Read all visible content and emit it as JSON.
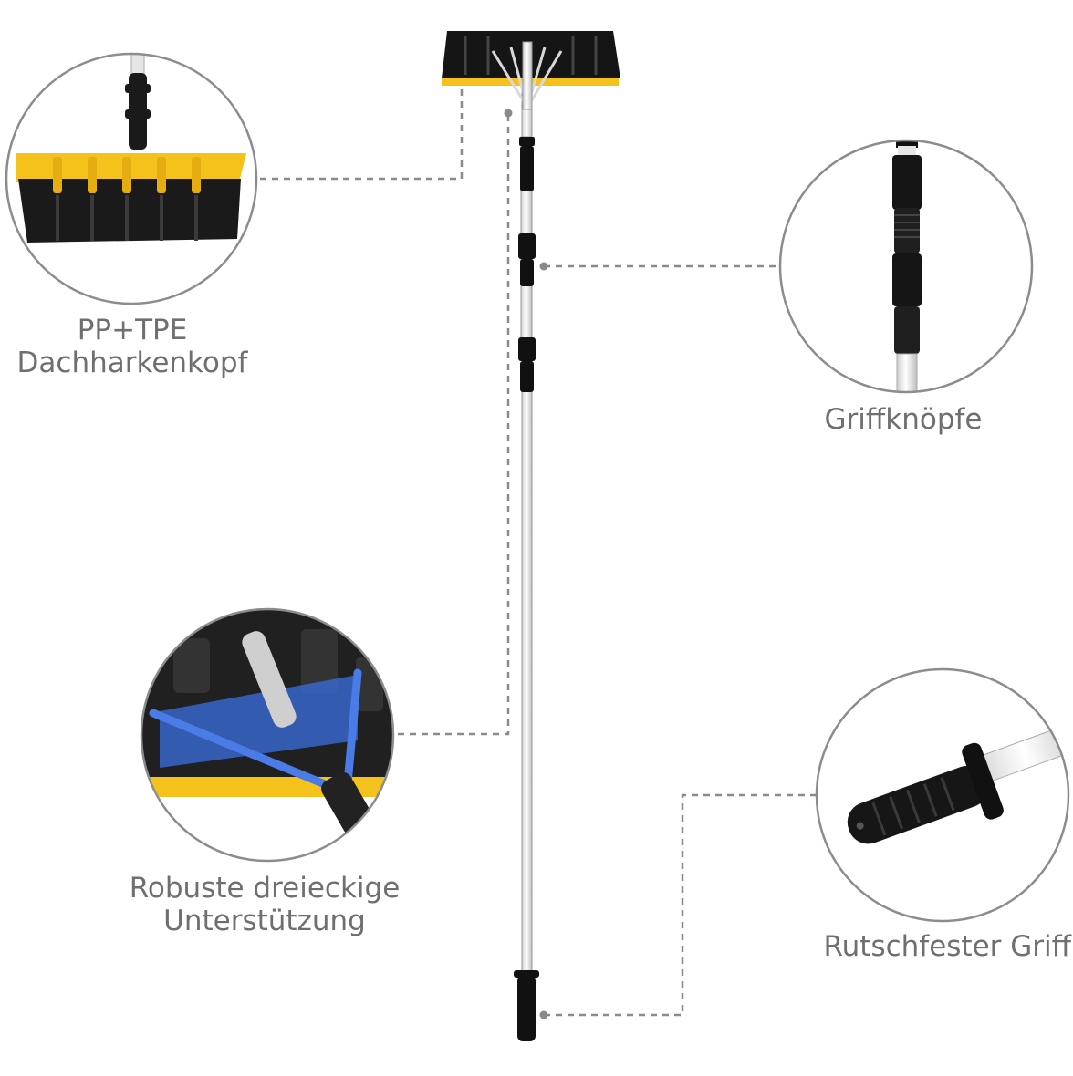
{
  "labels": {
    "head": {
      "line1": "PP+TPE",
      "line2": "Dachharkenkopf"
    },
    "knobs": {
      "line1": "Griffknöpfe"
    },
    "support": {
      "line1": "Robuste dreieckige",
      "line2": "Unterstützung"
    },
    "grip": {
      "line1": "Rutschfester Griff"
    }
  },
  "colors": {
    "blade_yellow": "#f5c21b",
    "blade_black": "#1a1a1a",
    "callout_circle": "#8c8c8c",
    "leader_line": "#8a8a8a",
    "caption_text": "#6f6f6f",
    "pole": "#f2f2f2",
    "support_blue": "#3a6fe0"
  }
}
